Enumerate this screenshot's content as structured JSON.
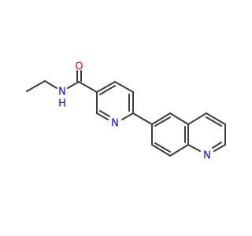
{
  "molecule": {
    "labels": {
      "amide_o": "O",
      "amide_nh": "N",
      "amide_h": "H",
      "pyridine_n": "N",
      "quinoline_n": "N"
    },
    "colors": {
      "bond": "#3c3c3c",
      "oxygen": "#ff0000",
      "nitrogen": "#0000ff",
      "background": "#ffffff"
    }
  }
}
